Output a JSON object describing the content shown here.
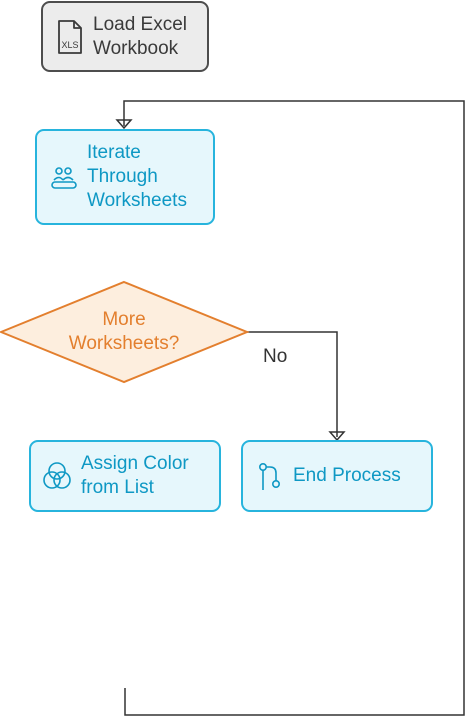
{
  "nodes": {
    "load": {
      "line1": "Load Excel",
      "line2": "Workbook",
      "icon": "xls-file-icon"
    },
    "iterate": {
      "line1": "Iterate",
      "line2": "Through",
      "line3": "Worksheets",
      "icon": "users-list-icon"
    },
    "decision": {
      "line1": "More",
      "line2": "Worksheets?"
    },
    "assign": {
      "line1": "Assign Color",
      "line2": "from List",
      "icon": "color-circles-icon"
    },
    "end": {
      "line1": "End Process",
      "icon": "branch-icon"
    }
  },
  "edges": {
    "no_label": "No"
  },
  "colors": {
    "process_border": "#27b4dd",
    "process_fill": "#e6f7fc",
    "decision": "#e37f2e",
    "start_fill": "#ececec",
    "line": "#333333"
  }
}
